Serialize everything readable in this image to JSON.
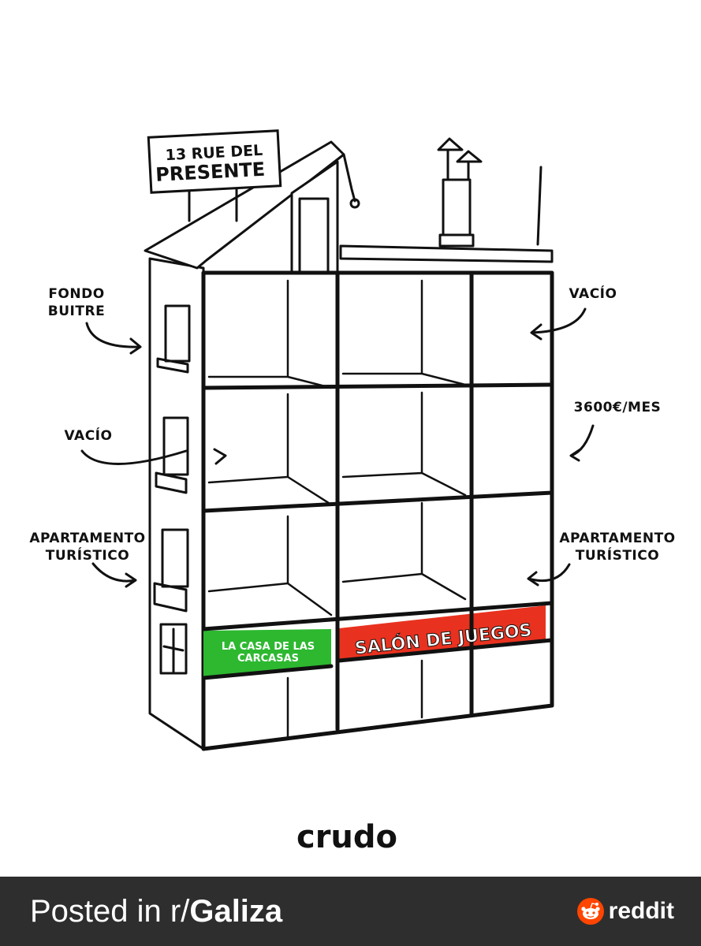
{
  "sign": {
    "line1": "13 RUE DEL",
    "line2": "PRESENTE"
  },
  "labels": {
    "fondo_buitre_1": "FONDO",
    "fondo_buitre_2": "BUITRE",
    "vacio_left": "VACÍO",
    "apartamento_left_1": "APARTAMENTO",
    "apartamento_left_2": "TURÍSTICO",
    "vacio_right": "VACÍO",
    "price": "3600€/MES",
    "apartamento_right_1": "APARTAMENTO",
    "apartamento_right_2": "TURÍSTICO"
  },
  "shops": {
    "casa_line1": "LA CASA DE LAS",
    "casa_line2": "CARCASAS",
    "salon": "SALÓN DE JUEGOS"
  },
  "signature": "crudo",
  "footer": {
    "posted_prefix": "Posted in r/",
    "subreddit": "Galiza",
    "brand": "reddit"
  },
  "colors": {
    "green_shop": "#2db830",
    "red_shop": "#e8321f",
    "footer_bg": "#2e2e2e",
    "reddit_orange": "#ff4500"
  },
  "icons": [
    "reddit-logo-icon"
  ]
}
